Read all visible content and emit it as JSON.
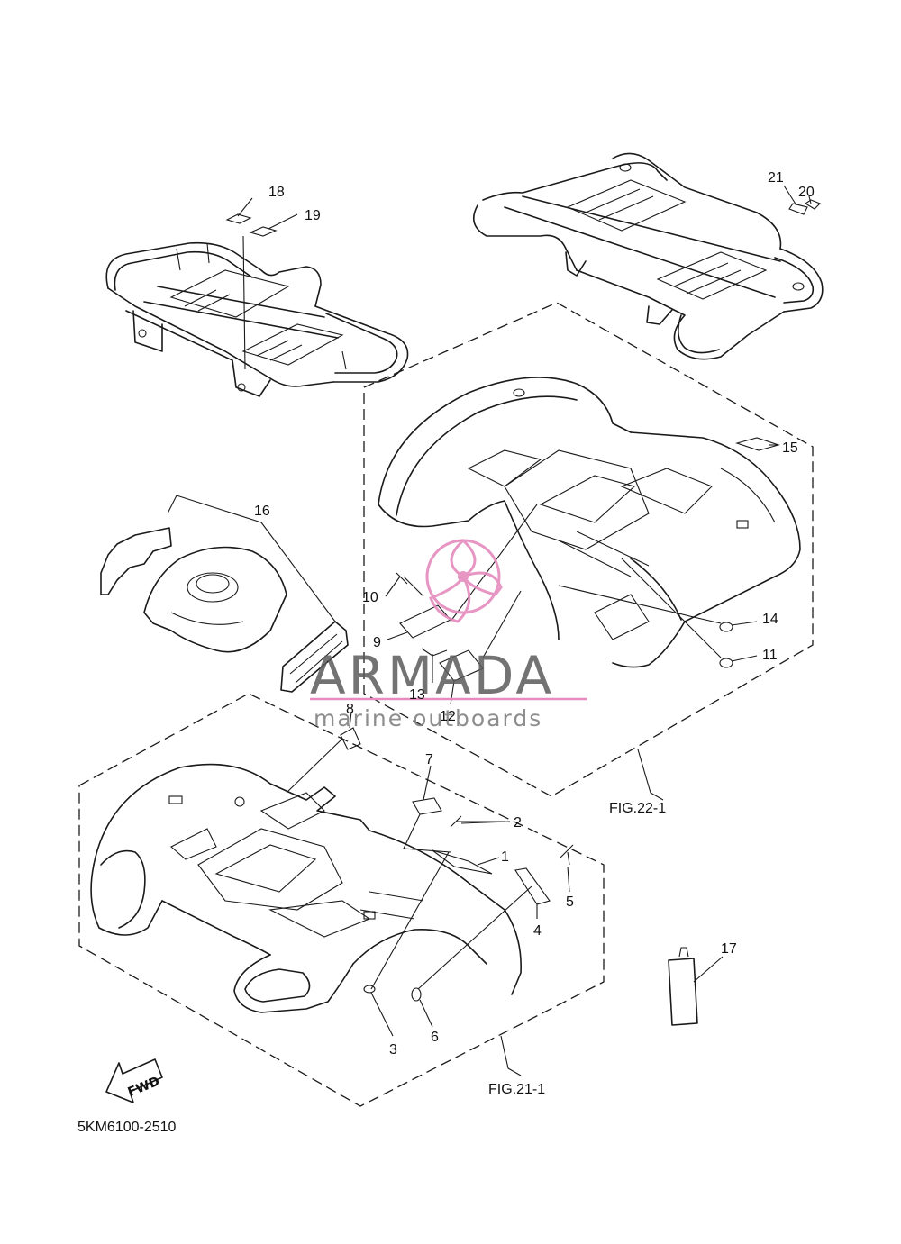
{
  "diagram_code": "5KM6100-2510",
  "figure_refs": [
    "FIG.22-1",
    "FIG.21-1"
  ],
  "direction_label": "FWD",
  "callouts": [
    "1",
    "2",
    "3",
    "4",
    "5",
    "6",
    "7",
    "8",
    "9",
    "10",
    "11",
    "12",
    "13",
    "14",
    "15",
    "16",
    "17",
    "18",
    "19",
    "20",
    "21"
  ],
  "watermark": {
    "brand": "ARMADA",
    "tagline": "marine outboards",
    "accent_color": "#e58bbd"
  }
}
